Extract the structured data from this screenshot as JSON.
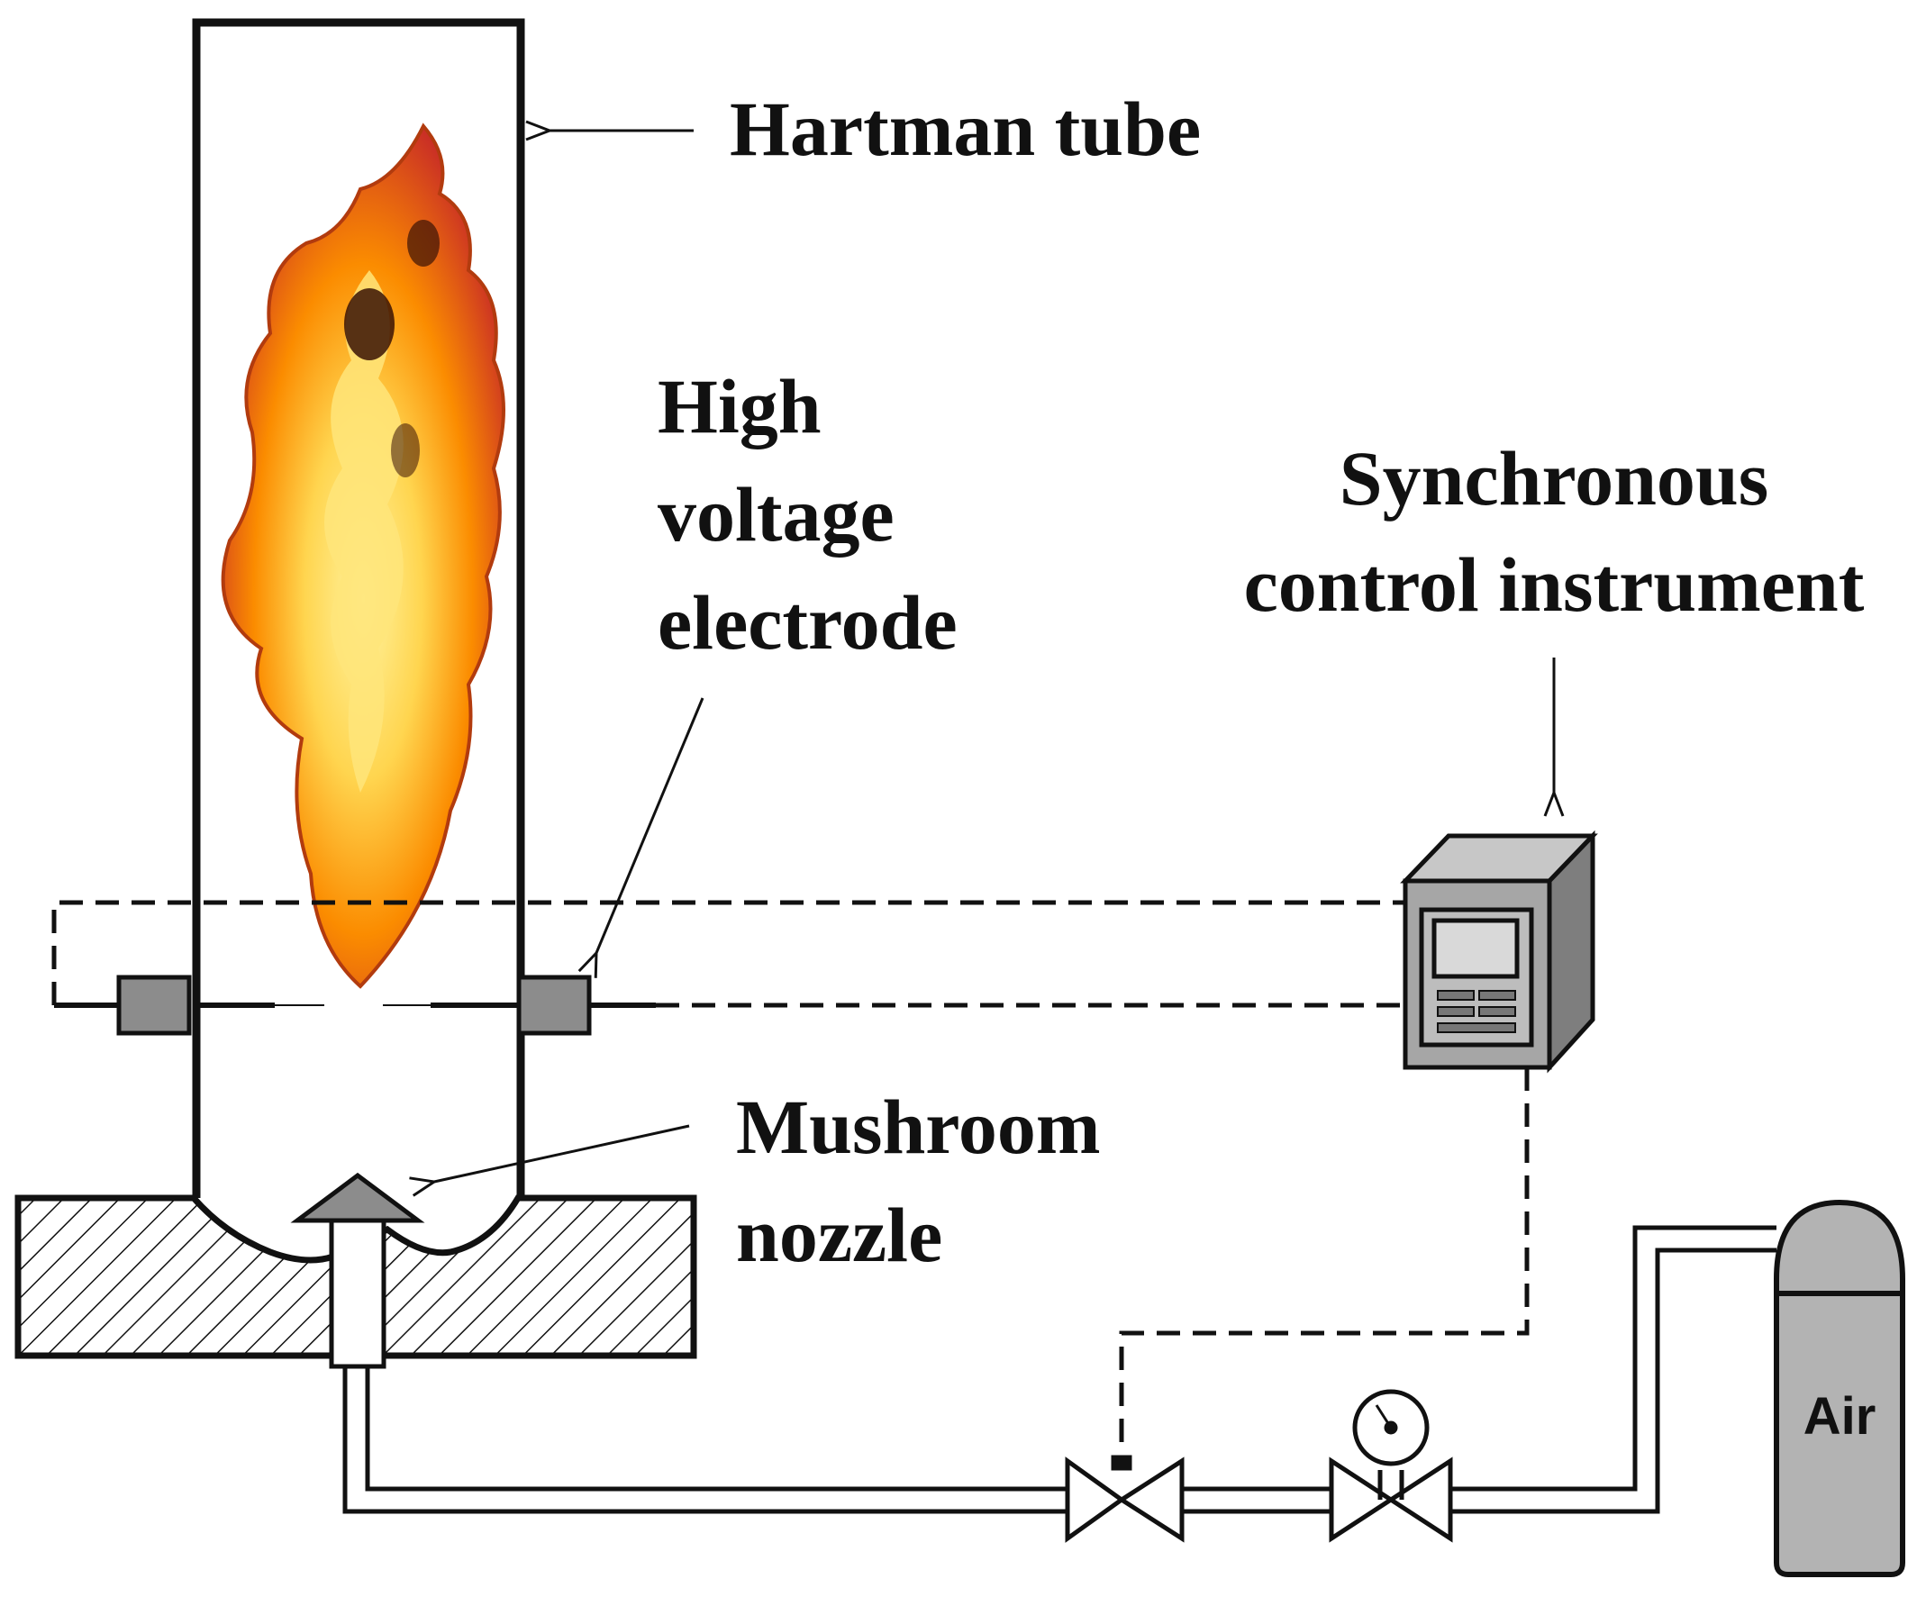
{
  "labels": {
    "hartman_tube": "Hartman tube",
    "electrode": [
      "High",
      "voltage",
      "electrode"
    ],
    "instrument": [
      "Synchronous",
      "control instrument"
    ],
    "nozzle": [
      "Mushroom",
      "nozzle"
    ],
    "air": "Air"
  },
  "colors": {
    "line": "#111111",
    "grey_fill": "#8c8c8c",
    "cylinder_fill": "#b3b3b3",
    "instrument_fill": "#a6a6a6",
    "flame_outer": "#d9480f",
    "flame_mid": "#fb8c00",
    "flame_inner": "#ffd54f"
  },
  "icons": [
    "flame-icon",
    "instrument-box-icon",
    "valve-icon",
    "pressure-gauge-icon",
    "air-cylinder-icon"
  ]
}
